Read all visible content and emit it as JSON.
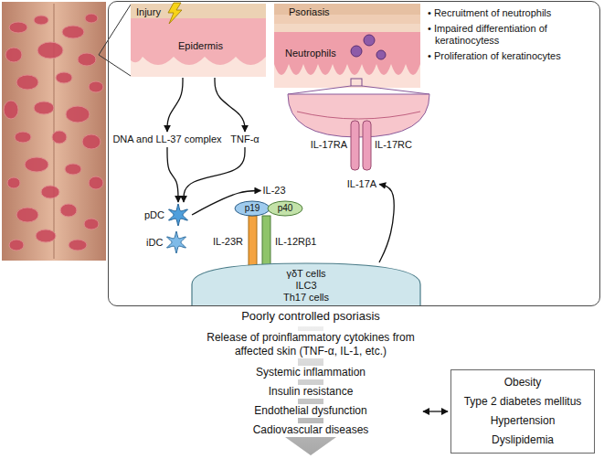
{
  "diagram": {
    "nodes": [
      {
        "text": [
          "Poorly controlled psoriasis"
        ]
      },
      {
        "text": [
          "Injury",
          "Epidermis"
        ],
        "in": 0
      },
      {
        "text": [
          "Psoriasis",
          "Neutrophils"
        ],
        "in": 0
      },
      {
        "text": [
          "DNA and LL-37 complex"
        ],
        "in": 0
      },
      {
        "text": [
          "TNF-α"
        ],
        "in": 0
      },
      {
        "text": [
          "pDC"
        ],
        "in": 0
      },
      {
        "text": [
          "IL-23"
        ],
        "in": 0
      },
      {
        "text": [
          "p19"
        ],
        "in": 0
      },
      {
        "text": [
          "p40"
        ],
        "in": 0
      },
      {
        "text": [
          "iDC"
        ],
        "in": 0
      },
      {
        "text": [
          "γδT cells",
          "ILC3",
          "Th17 cells"
        ],
        "in": 0
      },
      {
        "text": [
          "IL-17A"
        ],
        "in": 0
      },
      {
        "text": [
          "Release of proinflammatory cytokines from affected skin (TNF-α, IL-1, etc.)",
          "Systemic inflammation",
          "Insulin resistance",
          "Endothelial dysfunction",
          "Cadiovascular diseases"
        ]
      },
      {
        "text": [
          "Obesity",
          "Type 2 diabetes mellitus",
          "Hypertension",
          "Dyslipidemia"
        ]
      }
    ],
    "edges": [
      {
        "from": 1,
        "to": 3,
        "arrow": "to"
      },
      {
        "from": 1,
        "to": 4,
        "arrow": "to"
      },
      {
        "from": 3,
        "to": 5,
        "arrow": "to"
      },
      {
        "from": 4,
        "to": 5,
        "arrow": "to"
      },
      {
        "from": 5,
        "to": 6,
        "arrow": "to"
      },
      {
        "from": 10,
        "to": 11,
        "arrow": "to"
      },
      {
        "from": 12,
        "to": 13,
        "arrow": "both"
      }
    ],
    "labels": [
      "• Recruitment of neutrophils",
      "• Impaired differentiation of keratinocytess",
      "• Proliferation of keratinocytes",
      "IL-17RA",
      "IL-17RC",
      "IL-23R",
      "IL-12Rβ1"
    ]
  }
}
